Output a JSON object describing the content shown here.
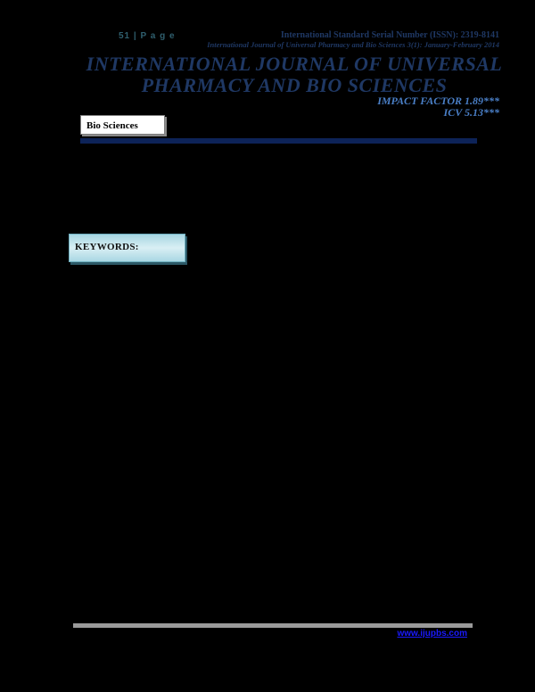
{
  "header": {
    "page_number": "51 | P a g e",
    "issn": "International Standard Serial Number (ISSN): 2319-8141",
    "journal_citation": "International Journal of Universal Pharmacy and Bio Sciences 3(1): January-February 2014",
    "title_line1": "INTERNATIONAL JOURNAL OF UNIVERSAL",
    "title_line2": "PHARMACY AND BIO SCIENCES",
    "impact_factor": "IMPACT FACTOR 1.89***",
    "icv": "ICV 5.13***"
  },
  "section": {
    "label": "Bio Sciences"
  },
  "keywords": {
    "label": "KEYWORDS:"
  },
  "footer": {
    "website": "www.ijupbs.com"
  },
  "colors": {
    "background": "#000000",
    "title": "#1f3864",
    "impact": "#4a7fc7",
    "top_rule": "#0d2358",
    "bottom_rule": "#9a9a9a",
    "link": "#1a1aff",
    "keywords_box": "#a7d6e2"
  }
}
